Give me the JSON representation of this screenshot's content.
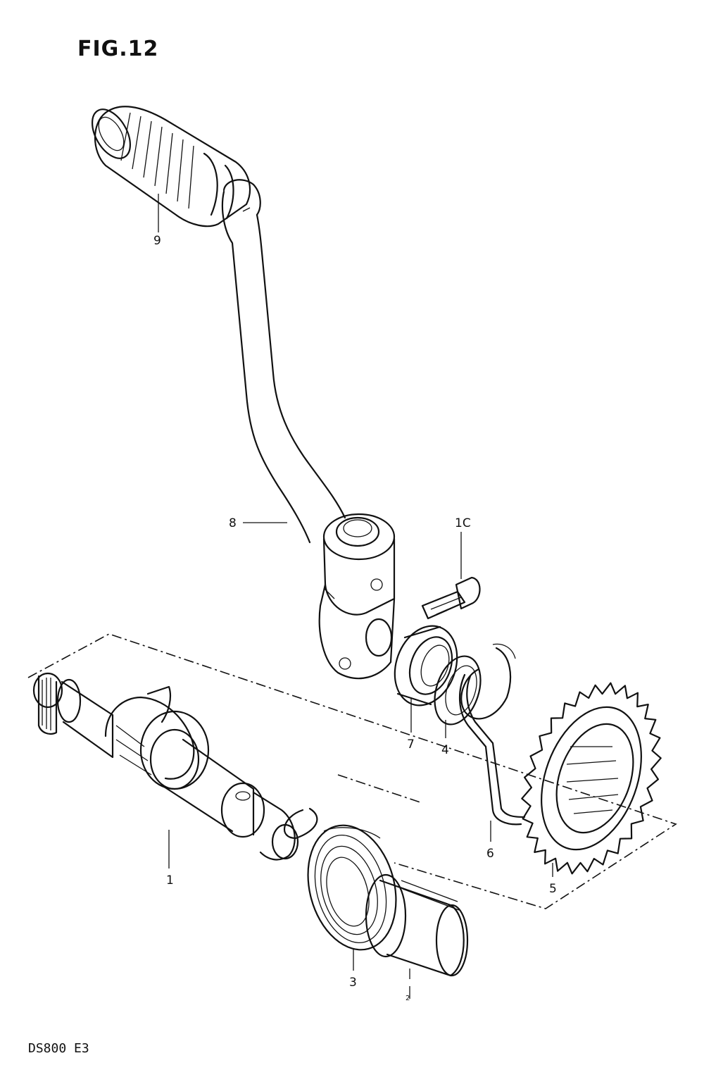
{
  "title": "FIG.12",
  "footer_code": "DS800 E3",
  "part_labels": [
    "1",
    "3",
    "4",
    "5",
    "6",
    "7",
    "8",
    "9",
    "1C",
    "2"
  ]
}
